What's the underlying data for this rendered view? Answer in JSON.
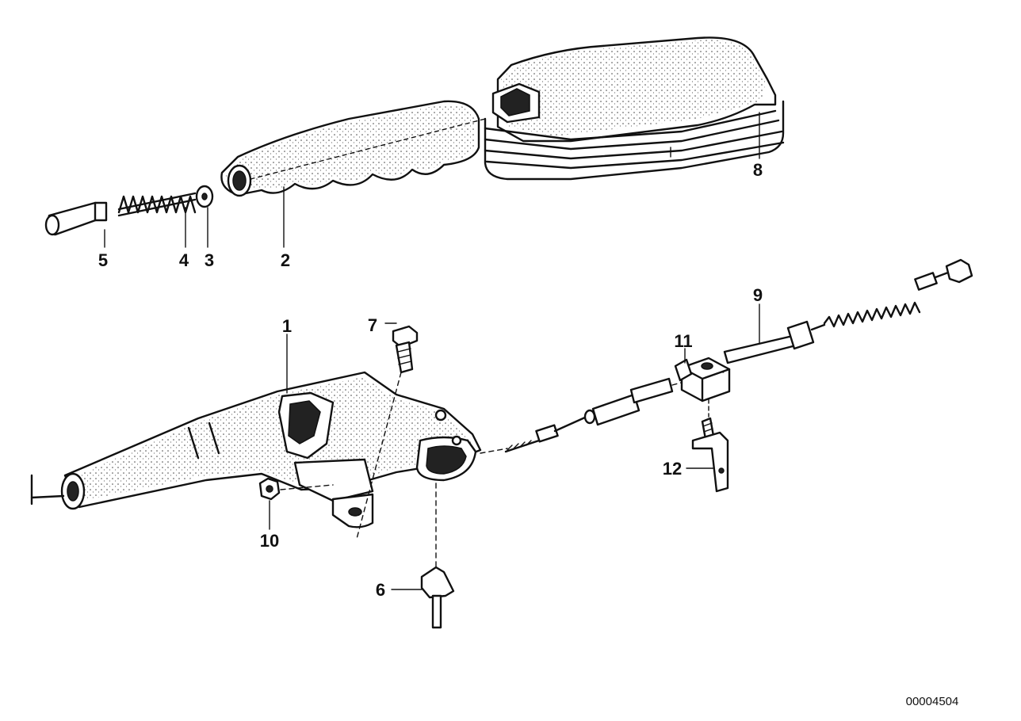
{
  "diagram": {
    "callouts": [
      {
        "id": "1",
        "text": "1"
      },
      {
        "id": "2",
        "text": "2"
      },
      {
        "id": "3",
        "text": "3"
      },
      {
        "id": "4",
        "text": "4"
      },
      {
        "id": "5",
        "text": "5"
      },
      {
        "id": "6",
        "text": "6"
      },
      {
        "id": "7",
        "text": "7"
      },
      {
        "id": "8",
        "text": "8"
      },
      {
        "id": "9",
        "text": "9"
      },
      {
        "id": "10",
        "text": "10"
      },
      {
        "id": "11",
        "text": "11"
      },
      {
        "id": "12",
        "text": "12"
      }
    ],
    "reference_code": "00004504",
    "ink_color": "#111111",
    "background_color": "#ffffff"
  }
}
